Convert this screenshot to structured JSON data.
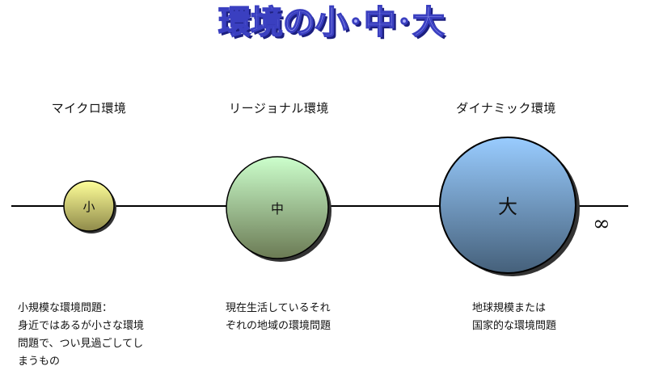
{
  "title": "環境の小･中･大",
  "columns": [
    {
      "label": "マイクロ環境",
      "circle_label": "小",
      "description": "小規模な環境問題：\n身近ではあるが小さな環境\n問題で、つい見過ごしてし\nまうもの"
    },
    {
      "label": "リージョナル環境",
      "circle_label": "中",
      "description": "現在生活しているそれ\nぞれの地域の環境問題"
    },
    {
      "label": "ダイナミック環境",
      "circle_label": "大",
      "description": "地球規模または\n国家的な環境問題"
    }
  ],
  "infinity_symbol": "∞",
  "colors": {
    "title_fill": "#9a9ef5",
    "title_outline": "#3a3fc0",
    "small_top": "#ffff99",
    "small_bottom": "#8f8a4a",
    "medium_top": "#ccffcc",
    "medium_bottom": "#6b7a54",
    "large_top": "#99ccff",
    "large_bottom": "#45607a"
  }
}
